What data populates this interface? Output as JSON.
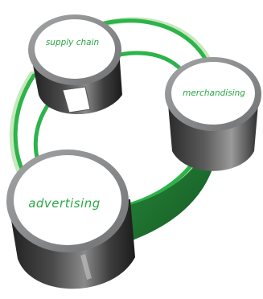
{
  "diagram": {
    "nodes": {
      "supply_chain": {
        "label": "supply chain"
      },
      "merchandising": {
        "label": "merchandising"
      },
      "advertising": {
        "label": "advertising"
      }
    }
  },
  "colors": {
    "accent_green": "#2db34a",
    "light_green": "#b7e3ad",
    "dark_green": "#1e6e2e",
    "label_green": "#2aa745",
    "cylinder_rim": "#8a8c8e",
    "cylinder_face": "#ffffff",
    "cylinder_body_dark": "#2e2e2e",
    "cylinder_body_mid": "#6b6b6b"
  }
}
